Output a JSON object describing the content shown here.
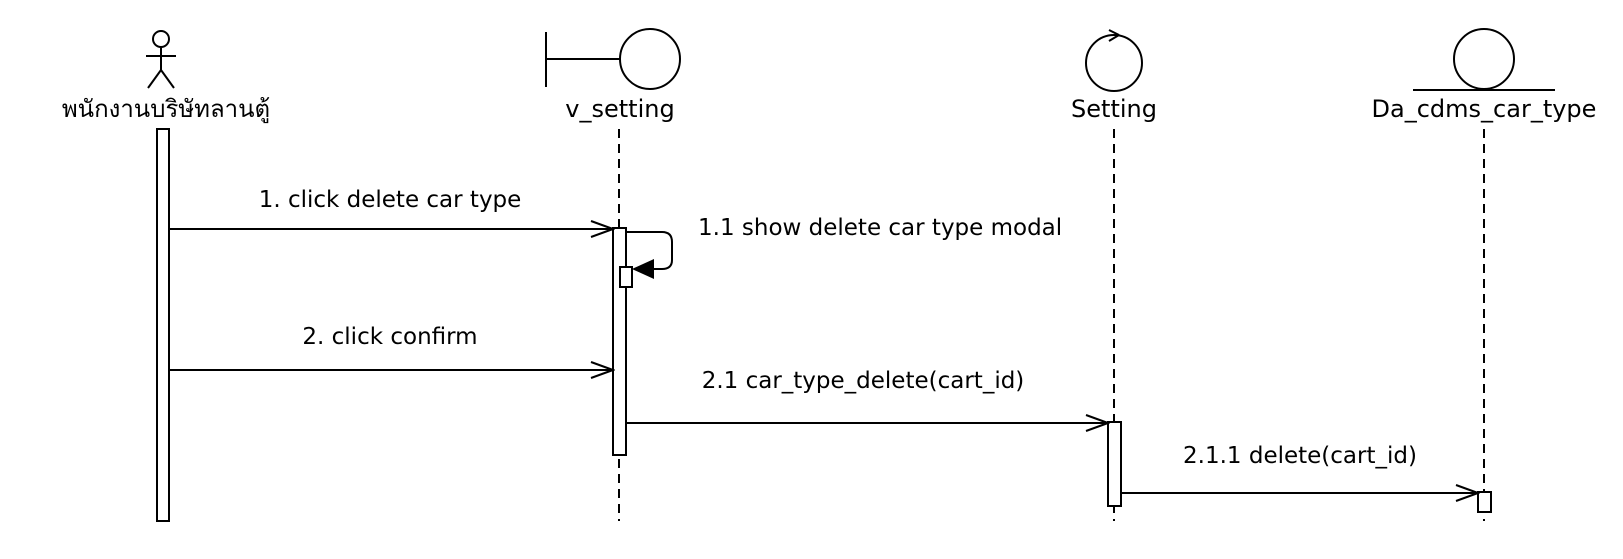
{
  "participants": {
    "actor": {
      "label": "พนักงานบริษัทลานตู้",
      "kind": "actor-icon"
    },
    "boundary": {
      "label": "v_setting",
      "kind": "boundary-icon"
    },
    "control": {
      "label": "Setting",
      "kind": "control-icon"
    },
    "entity": {
      "label": "Da_cdms_car_type",
      "kind": "entity-icon"
    }
  },
  "messages": {
    "m1": "1. click delete car type",
    "m1_1": "1.1 show delete car type modal",
    "m2": "2. click confirm",
    "m2_1": "2.1 car_type_delete(cart_id)",
    "m2_1_1": "2.1.1 delete(cart_id)"
  }
}
